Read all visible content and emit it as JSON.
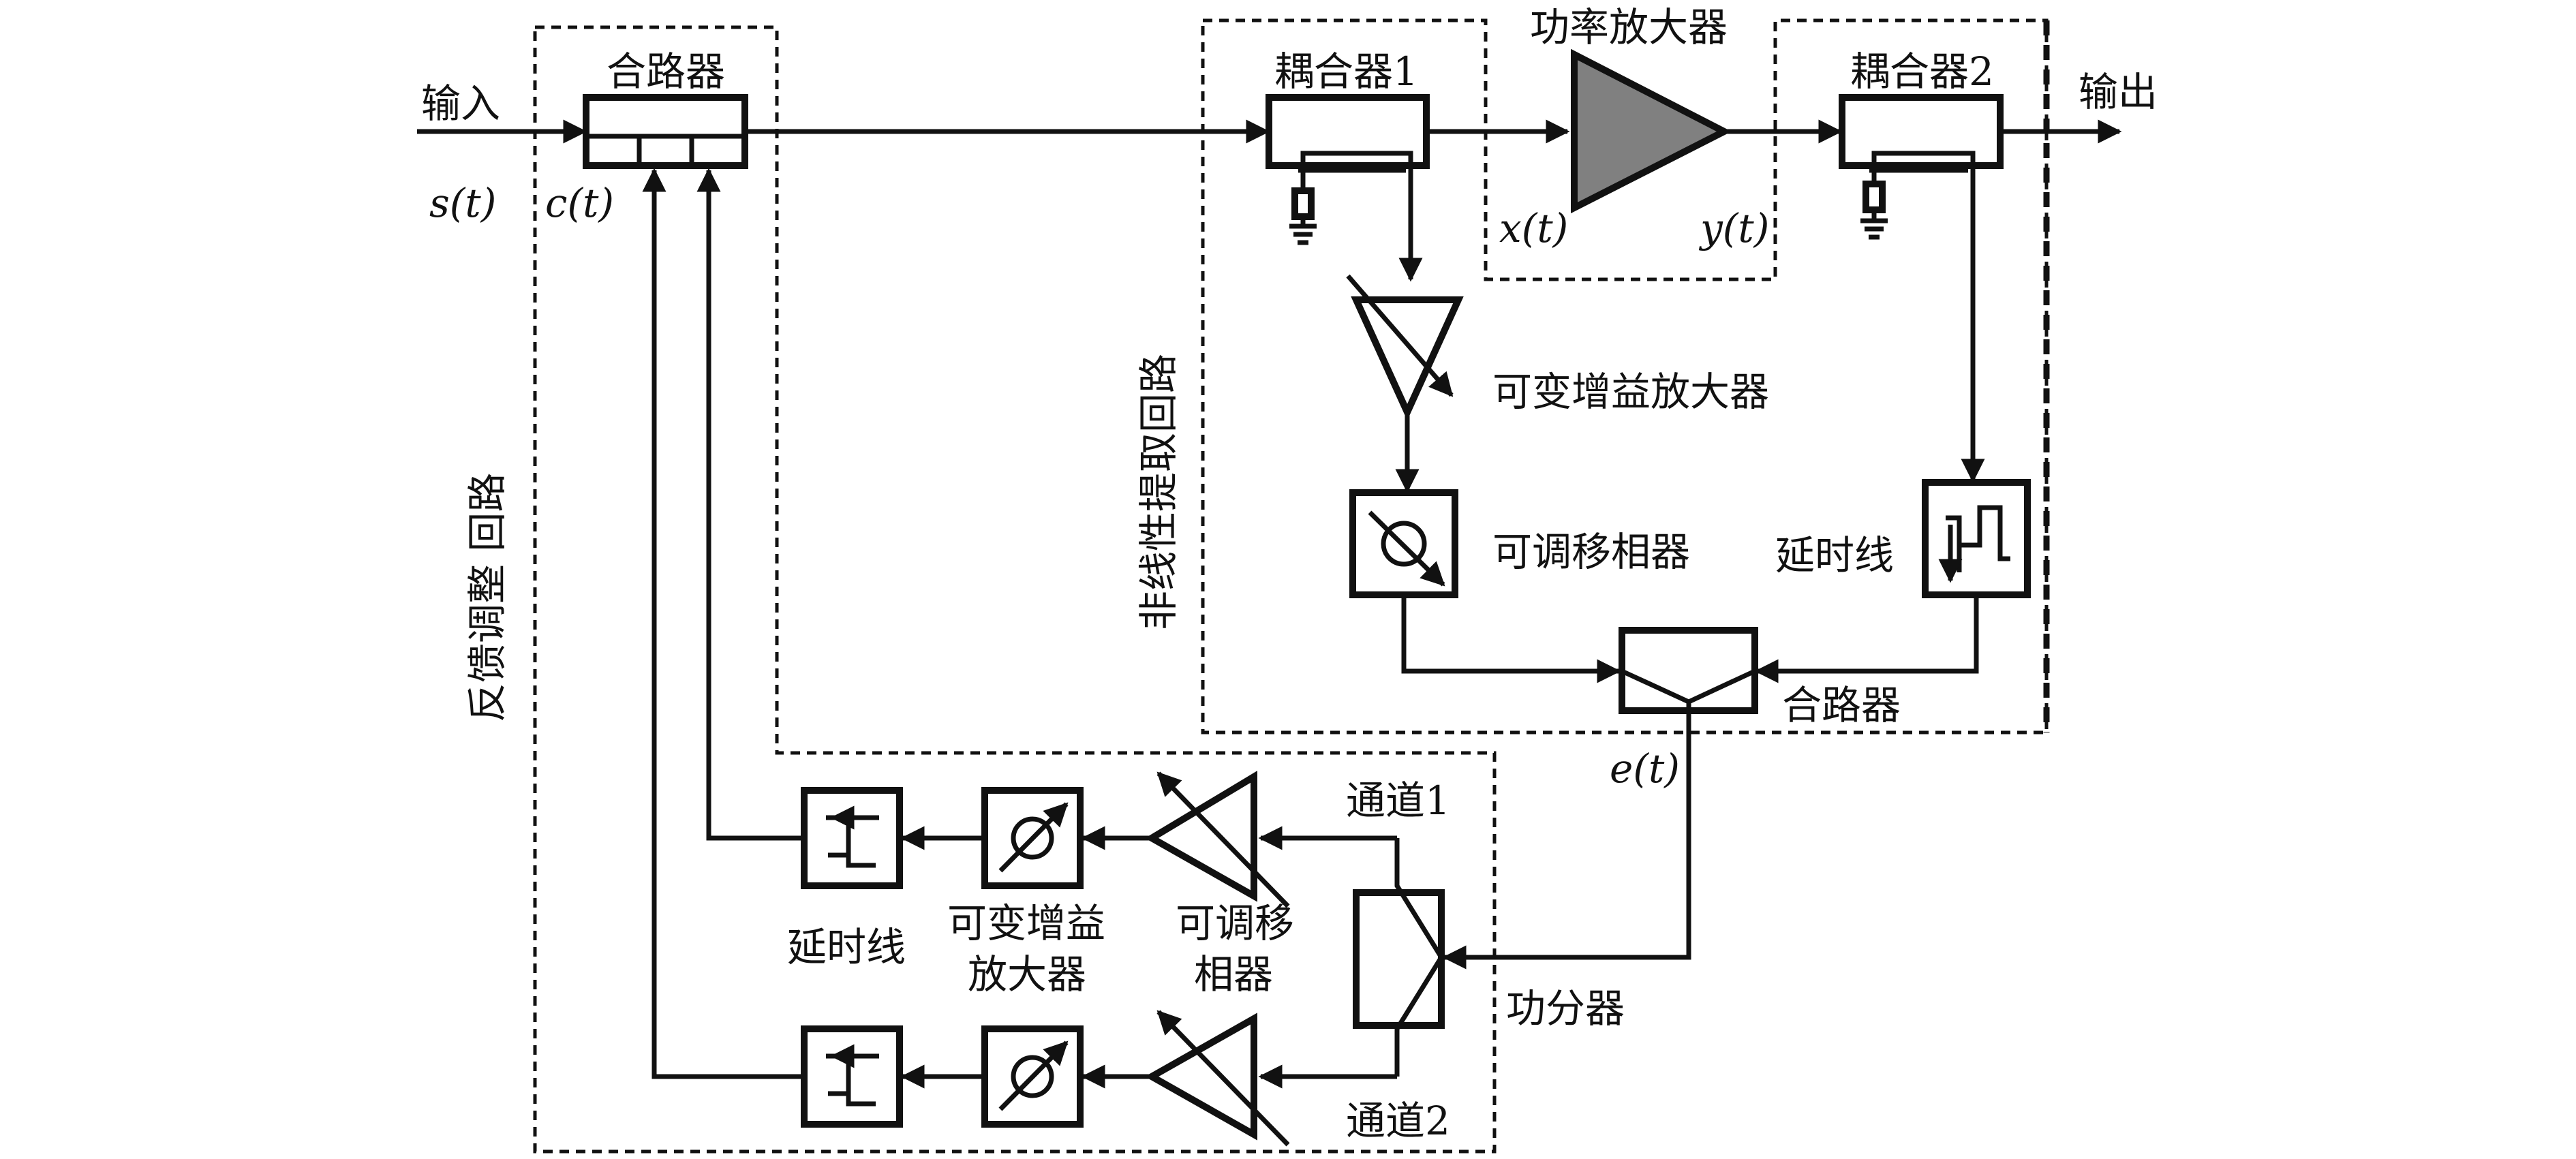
{
  "labels": {
    "input": "输入",
    "output": "输出",
    "s_t": "s(t)",
    "c_t": "c(t)",
    "x_t": "x(t)",
    "y_t": "y(t)",
    "e_t": "e(t)",
    "combiner_top": "合路器",
    "coupler1": "耦合器1",
    "coupler2": "耦合器2",
    "power_amp": "功率放大器",
    "vga": "可变增益放大器",
    "phase_shifter": "可调移相器",
    "delay_line": "延时线",
    "combiner_mid": "合路器",
    "splitter": "功分器",
    "channel1": "通道1",
    "channel2": "通道2",
    "ch_delay": "延时线",
    "ch_vga_line1": "可变增益",
    "ch_vga_line2": "放大器",
    "ch_phase_line1": "可调移",
    "ch_phase_line2": "相器",
    "feedback_loop": "反馈调整 回路",
    "extraction_loop": "非线性提取回路"
  },
  "colors": {
    "line": "#111111",
    "amplifier_fill": "#808080",
    "background": "#ffffff"
  }
}
